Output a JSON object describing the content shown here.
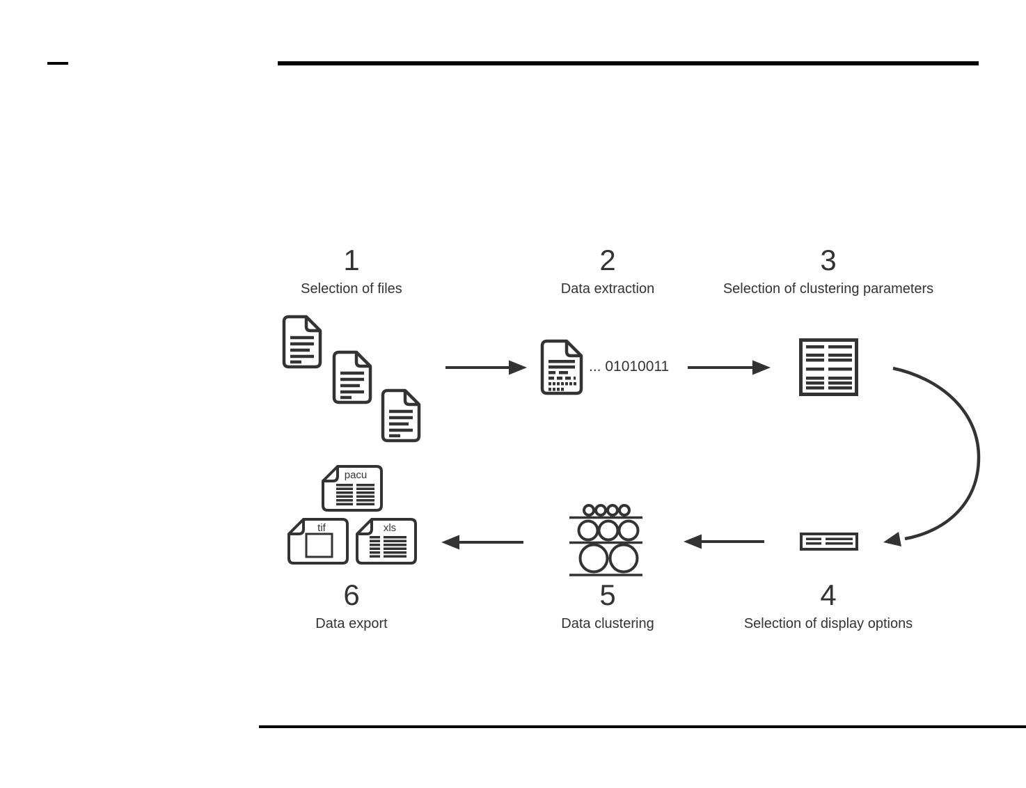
{
  "page": {
    "background": "#ffffff",
    "ink_color": "#333333",
    "rule_color": "#000000"
  },
  "steps": [
    {
      "number": "1",
      "label": "Selection of files"
    },
    {
      "number": "2",
      "label": "Data extraction"
    },
    {
      "number": "3",
      "label": "Selection of clustering parameters"
    },
    {
      "number": "4",
      "label": "Selection of display options"
    },
    {
      "number": "5",
      "label": "Data clustering"
    },
    {
      "number": "6",
      "label": "Data export"
    }
  ],
  "extraction": {
    "binary_text": "... 01010011"
  },
  "export_files": [
    {
      "format": "pacu"
    },
    {
      "format": "tif"
    },
    {
      "format": "xls"
    }
  ],
  "icons": {
    "step1": "document-stack-icon",
    "step2": "document-binary-icon",
    "step3": "parameters-table-icon",
    "step4": "display-options-row-icon",
    "step5": "cluster-circles-icon",
    "step6": "export-file-icons"
  }
}
